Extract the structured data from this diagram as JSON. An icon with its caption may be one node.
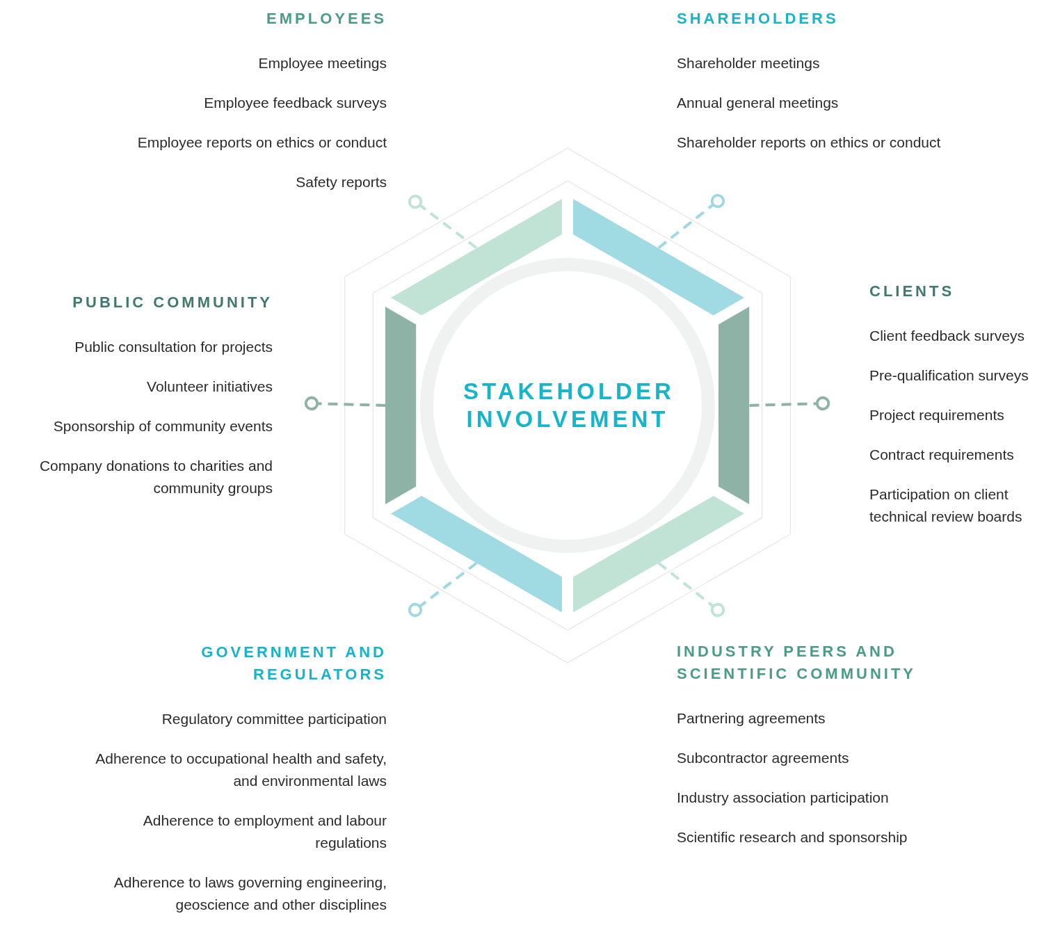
{
  "diagram": {
    "nodes": [
      {
        "text": [
          "STAKEHOLDER INVOLVEMENT"
        ]
      },
      {
        "text": [],
        "shape": "bar"
      },
      {
        "text": [],
        "shape": "bar"
      },
      {
        "text": [],
        "shape": "bar"
      },
      {
        "text": [],
        "shape": "bar"
      },
      {
        "text": [],
        "shape": "bar"
      },
      {
        "text": [],
        "shape": "bar"
      },
      {
        "text": [
          "EMPLOYEES",
          "Employee meetings",
          "Employee feedback surveys",
          "Employee reports on ethics or conduct",
          "Safety reports"
        ]
      },
      {
        "text": [
          "SHAREHOLDERS",
          "Shareholder meetings",
          "Annual general meetings",
          "Shareholder reports on ethics or conduct"
        ]
      },
      {
        "text": [
          "PUBLIC COMMUNITY",
          "Public consultation for projects",
          "Volunteer initiatives",
          "Sponsorship of community events",
          "Company donations to charities and community groups"
        ]
      },
      {
        "text": [
          "CLIENTS",
          "Client feedback surveys",
          "Pre-qualification surveys",
          "Project requirements",
          "Contract requirements",
          "Participation on client technical review boards"
        ]
      },
      {
        "text": [
          "GOVERNMENT AND REGULATORS",
          "Regulatory committee participation",
          "Adherence to occupational health and safety, and environmental laws",
          "Adherence to employment and labour regulations",
          "Adherence to laws governing engineering, geoscience and other disciplines"
        ]
      },
      {
        "text": [
          "INDUSTRY PEERS AND SCIENTIFIC COMMUNITY",
          "Partnering agreements",
          "Subcontractor agreements",
          "Industry association participation",
          "Scientific research and sponsorship"
        ]
      }
    ],
    "edges": [
      {
        "from": 1,
        "to": 7,
        "arrow": "other",
        "style": "dashed",
        "color": "#bfe3d6"
      },
      {
        "from": 2,
        "to": 8,
        "arrow": "other",
        "style": "dashed",
        "color": "#9fd8e2"
      },
      {
        "from": 3,
        "to": 9,
        "arrow": "other",
        "style": "dashed",
        "color": "#8fb1a6"
      },
      {
        "from": 4,
        "to": 10,
        "arrow": "other",
        "style": "dashed",
        "color": "#8fb1a6"
      },
      {
        "from": 5,
        "to": 11,
        "arrow": "other",
        "style": "dashed",
        "color": "#9fd8e2"
      },
      {
        "from": 6,
        "to": 12,
        "arrow": "other",
        "style": "dashed",
        "color": "#bfe3d6"
      }
    ]
  }
}
